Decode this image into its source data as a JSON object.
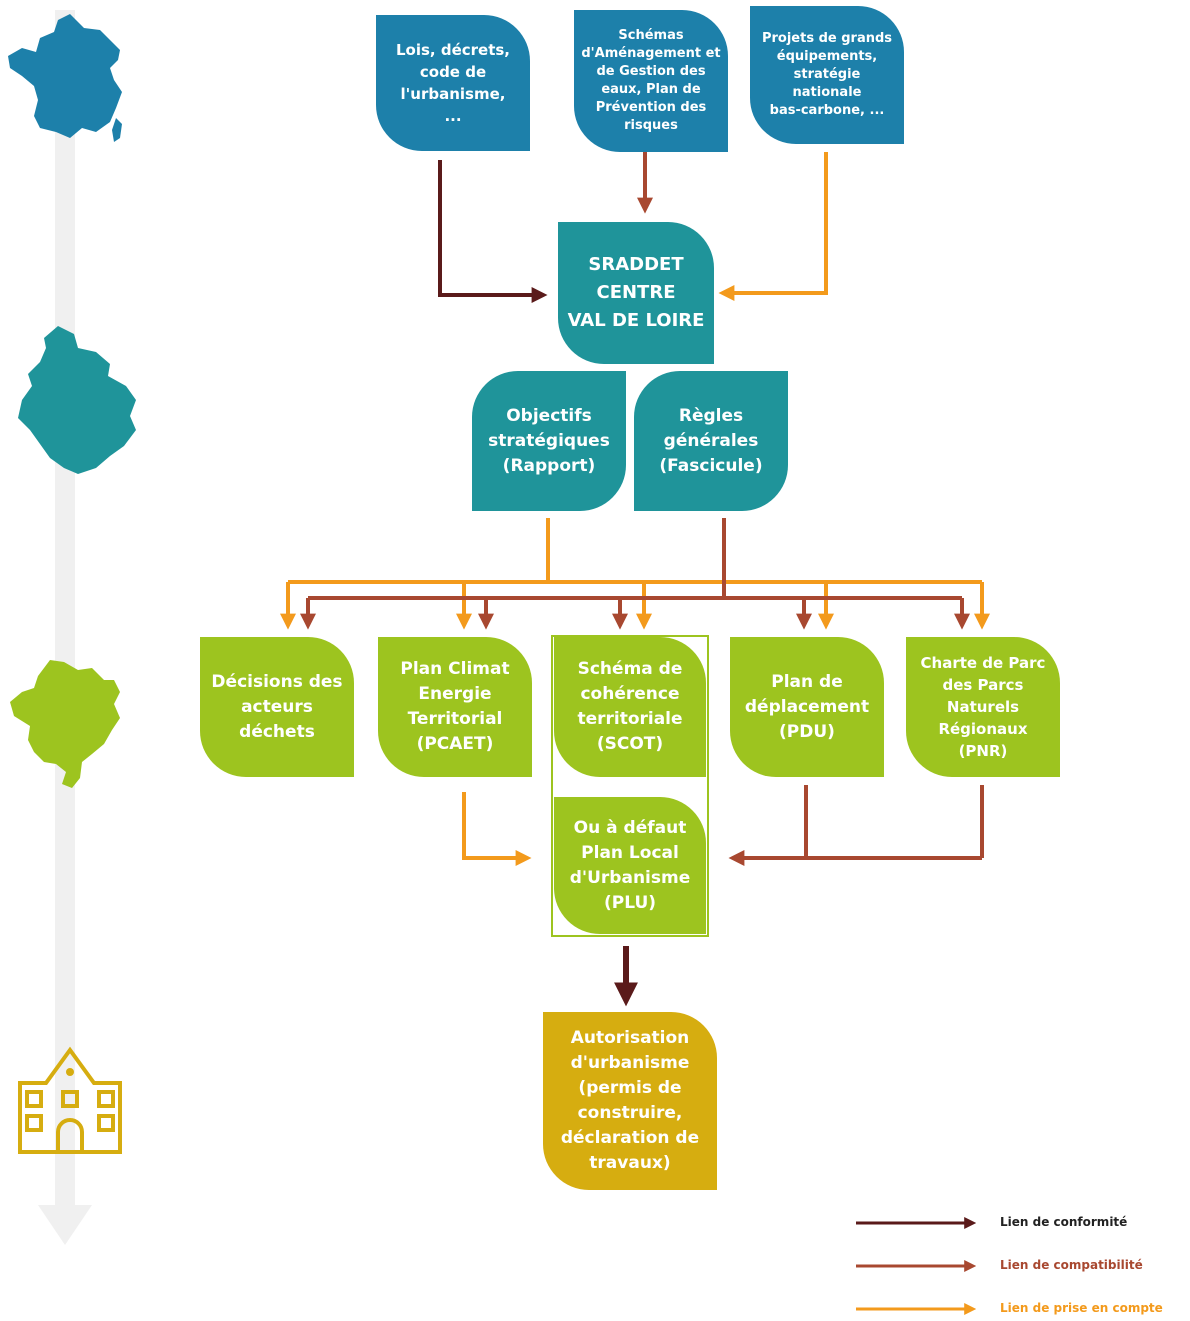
{
  "colors": {
    "national": "#1d80aa",
    "regional": "#1f949a",
    "local": "#9dc41f",
    "municipal": "#d6ad10",
    "conformite": "#5a1a1a",
    "compatibilite": "#a84830",
    "prise_en_compte": "#f39a1c"
  },
  "icons": {
    "france": "france-map-icon",
    "region": "centre-val-de-loire-map-icon",
    "territory": "territory-map-icon",
    "townhall": "town-hall-icon"
  },
  "nodes": {
    "lois": "Lois, décrets,\ncode de\nl'urbanisme,\n...",
    "schemas": "Schémas\nd'Aménagement et\nde Gestion des\neaux, Plan de\nPrévention des\nrisques",
    "projets": "Projets de grands\néquipements,\nstratégie\nnationale\nbas-carbone, ...",
    "sraddet": "SRADDET\nCENTRE\nVAL DE LOIRE",
    "objectifs": "Objectifs\nstratégiques\n(Rapport)",
    "regles": "Règles\ngénérales\n(Fascicule)",
    "decisions": "Décisions des\nacteurs\ndéchets",
    "pcaet": "Plan Climat\nEnergie\nTerritorial\n(PCAET)",
    "scot": "Schéma de\ncohérence\nterritoriale\n(SCOT)",
    "pdu": "Plan de\ndéplacement\n(PDU)",
    "pnr": "Charte de Parc\ndes Parcs\nNaturels\nRégionaux\n(PNR)",
    "plu": "Ou à défaut\nPlan Local\nd'Urbanisme\n(PLU)",
    "autorisation": "Autorisation\nd'urbanisme\n(permis de\nconstruire,\ndéclaration de\ntravaux)"
  },
  "legend": {
    "conformite": "Lien de conformité",
    "compatibilite": "Lien de compatibilité",
    "prise_en_compte": "Lien de prise en compte"
  }
}
